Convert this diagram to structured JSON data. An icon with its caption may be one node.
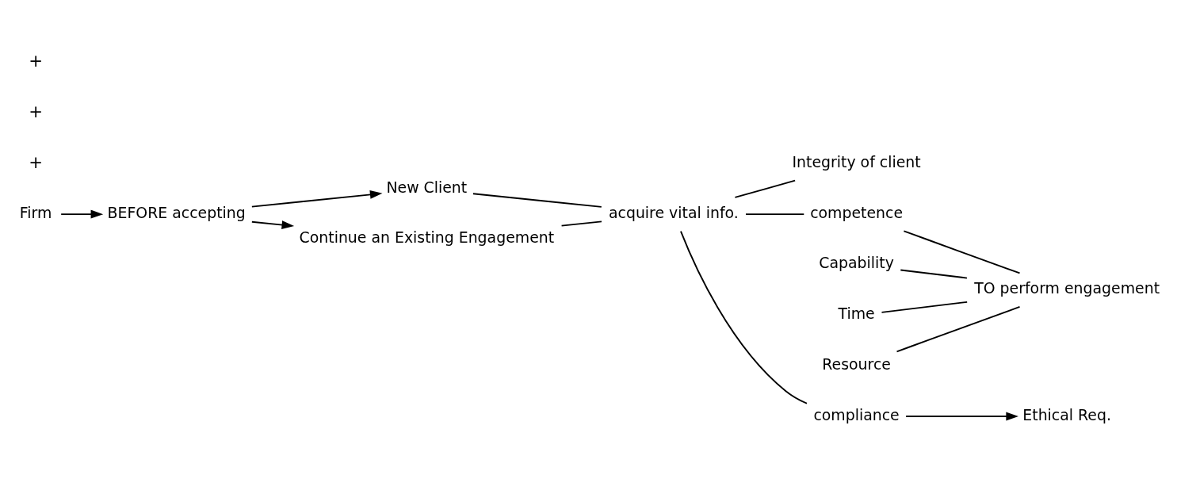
{
  "diagram": {
    "nodes": [
      {
        "text": [
          "Firm"
        ]
      },
      {
        "text": [
          "BEFORE accepting"
        ]
      },
      {
        "text": [
          "New Client"
        ]
      },
      {
        "text": [
          "Continue an Existing Engagement"
        ]
      },
      {
        "text": [
          "acquire vital info."
        ]
      },
      {
        "text": [
          "Integrity of client"
        ]
      },
      {
        "text": [
          "competence"
        ]
      },
      {
        "text": [
          "Capability"
        ]
      },
      {
        "text": [
          "Time"
        ]
      },
      {
        "text": [
          "Resource"
        ]
      },
      {
        "text": [
          "TO perform engagement"
        ]
      },
      {
        "text": [
          "compliance"
        ]
      },
      {
        "text": [
          "Ethical Req."
        ]
      }
    ],
    "edges": [
      {
        "from": 0,
        "to": 1,
        "arrow": "to"
      },
      {
        "from": 1,
        "to": 2,
        "arrow": "to"
      },
      {
        "from": 1,
        "to": 3,
        "arrow": "to"
      },
      {
        "from": 2,
        "to": 4,
        "arrow": "none"
      },
      {
        "from": 3,
        "to": 4,
        "arrow": "none"
      },
      {
        "from": 4,
        "to": 5,
        "arrow": "none"
      },
      {
        "from": 4,
        "to": 6,
        "arrow": "none"
      },
      {
        "from": 4,
        "to": 11,
        "arrow": "none"
      },
      {
        "from": 6,
        "to": 10,
        "arrow": "none"
      },
      {
        "from": 7,
        "to": 10,
        "arrow": "none"
      },
      {
        "from": 8,
        "to": 10,
        "arrow": "none"
      },
      {
        "from": 9,
        "to": 10,
        "arrow": "none"
      },
      {
        "from": 11,
        "to": 12,
        "arrow": "to"
      }
    ],
    "labels": [
      "+",
      "+",
      "+"
    ]
  }
}
